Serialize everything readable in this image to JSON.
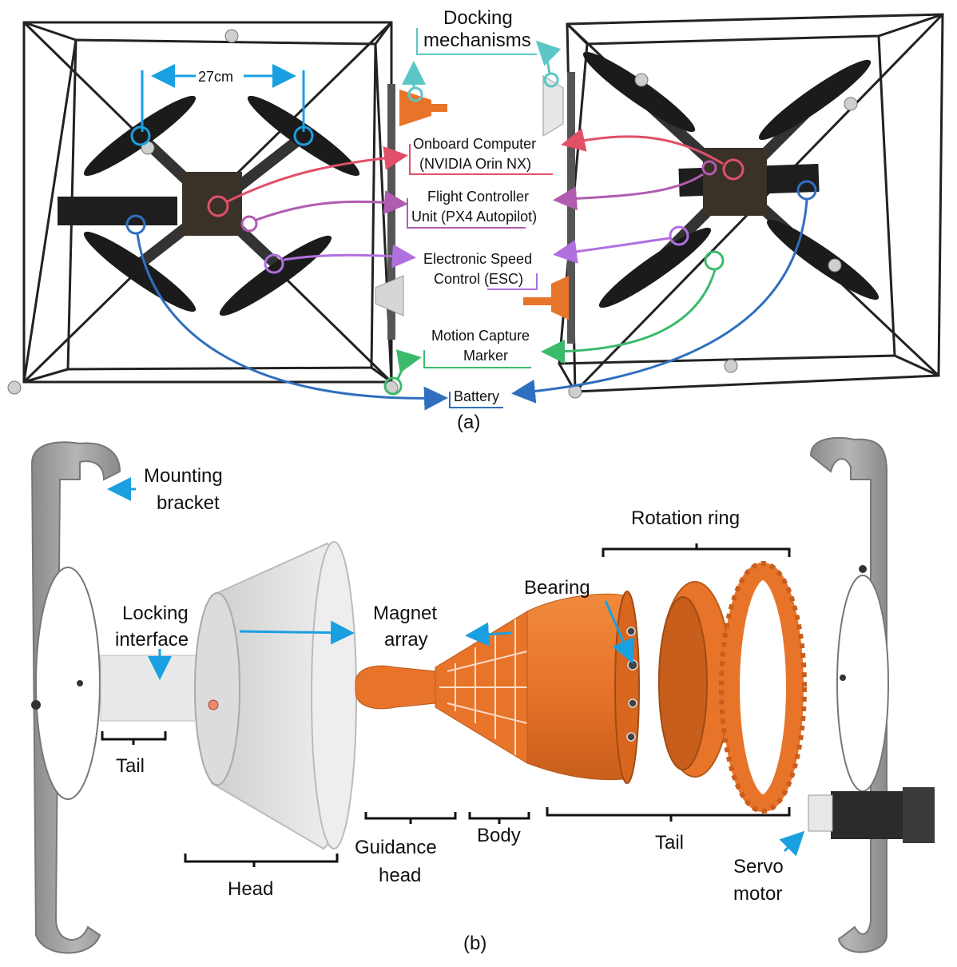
{
  "panel_a": {
    "caption": "(a)",
    "dimension": "27cm",
    "labels": {
      "docking_1": "Docking",
      "docking_2": "mechanisms",
      "computer_1": "Onboard Computer",
      "computer_2": "(NVIDIA Orin NX)",
      "fcu_1": "Flight Controller",
      "fcu_2": "Unit (PX4 Autopilot)",
      "esc_1": "Electronic Speed",
      "esc_2": "Control (ESC)",
      "mocap_1": "Motion Capture",
      "mocap_2": "Marker",
      "battery": "Battery"
    },
    "colors": {
      "docking": "#5cc6c6",
      "computer": "#e05068",
      "fcu": "#b05cb0",
      "esc": "#b070e0",
      "mocap": "#3cba6c",
      "battery": "#2f6fbf",
      "dimension": "#1aa0e0"
    }
  },
  "panel_b": {
    "caption": "(b)",
    "labels": {
      "mounting_1": "Mounting",
      "mounting_2": "bracket",
      "locking_1": "Locking",
      "locking_2": "interface",
      "tail_left": "Tail",
      "head": "Head",
      "magnet_1": "Magnet",
      "magnet_2": "array",
      "guidance_1": "Guidance",
      "guidance_2": "head",
      "body": "Body",
      "bearing": "Bearing",
      "rotation_ring": "Rotation ring",
      "tail_right": "Tail",
      "servo_1": "Servo",
      "servo_2": "motor"
    },
    "colors": {
      "arrow": "#1aa0e0",
      "orange": "#e8742a",
      "bracket_gray": "#9a9a9a",
      "cone_gray": "#d8d8d8"
    }
  }
}
